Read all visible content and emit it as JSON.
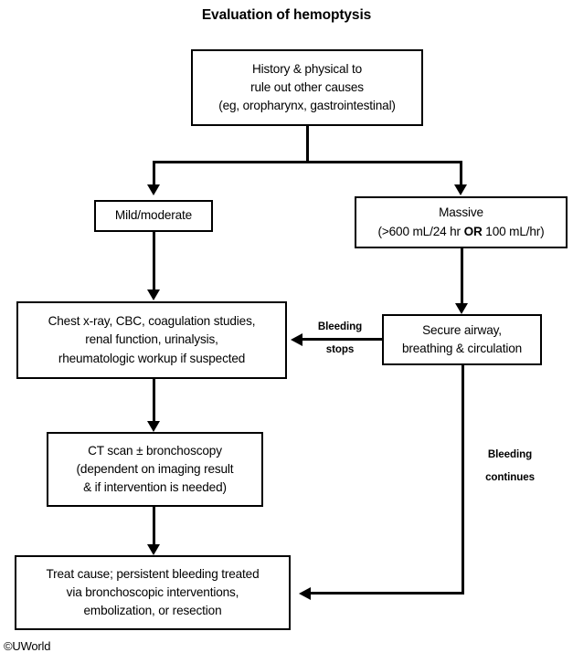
{
  "title": "Evaluation of hemoptysis",
  "credit": "©UWorld",
  "nodes": {
    "history": {
      "name": "history-and-physical",
      "lines": [
        "History & physical to",
        "rule out other causes",
        "(eg, oropharynx, gastrointestinal)"
      ]
    },
    "mild": {
      "name": "mild-moderate",
      "lines": [
        "Mild/moderate"
      ]
    },
    "massive": {
      "name": "massive",
      "lines": [
        "Massive"
      ],
      "criteria_prefix": "(>600 mL/24 hr ",
      "criteria_bold": "OR",
      "criteria_suffix": " 100 mL/hr)"
    },
    "workup": {
      "name": "diagnostic-workup",
      "lines": [
        "Chest x-ray, CBC, coagulation studies,",
        "renal function, urinalysis,",
        "rheumatologic workup if suspected"
      ]
    },
    "airway": {
      "name": "secure-airway",
      "lines": [
        "Secure airway,",
        "breathing & circulation"
      ]
    },
    "ct": {
      "name": "ct-scan-bronchoscopy",
      "lines": [
        "CT scan ± bronchoscopy",
        "(dependent on imaging result",
        "& if intervention is needed)"
      ]
    },
    "treat": {
      "name": "treat-cause",
      "lines": [
        "Treat cause; persistent bleeding treated",
        "via bronchoscopic interventions,",
        "embolization, or resection"
      ]
    }
  },
  "edge_labels": {
    "bleeding_stops_line1": "Bleeding",
    "bleeding_stops_line2": "stops",
    "bleeding_continues_line1": "Bleeding",
    "bleeding_continues_line2": "continues"
  },
  "colors": {
    "line": "#000000",
    "background": "#ffffff",
    "text": "#000000"
  }
}
